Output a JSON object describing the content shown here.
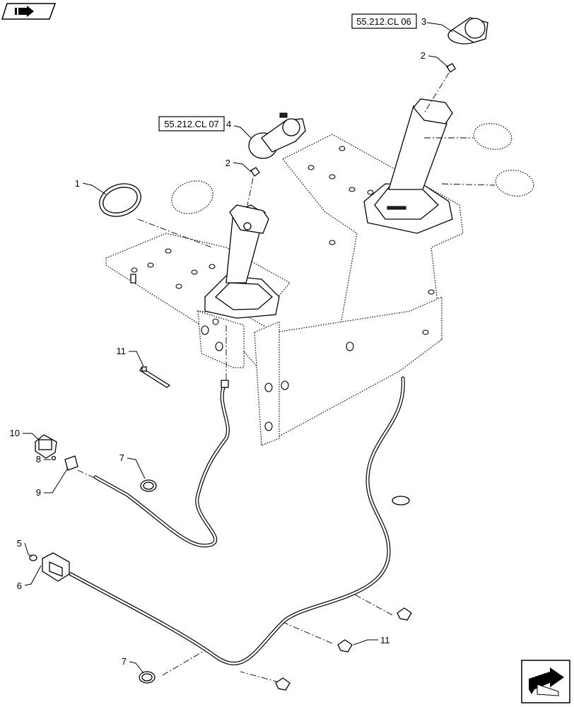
{
  "references": {
    "ref_top": "55.212.CL 06",
    "ref_mid": "55.212.CL 07"
  },
  "callouts": {
    "c1": "1",
    "c2a": "2",
    "c2b": "2",
    "c3": "3",
    "c4": "4",
    "c5": "5",
    "c6": "6",
    "c7a": "7",
    "c7b": "7",
    "c8": "8",
    "c9": "9",
    "c10": "10",
    "c11a": "11",
    "c11b": "11"
  },
  "icons": {
    "top_left": "book-arrow-icon",
    "bottom_right": "next-page-arrow-icon"
  }
}
